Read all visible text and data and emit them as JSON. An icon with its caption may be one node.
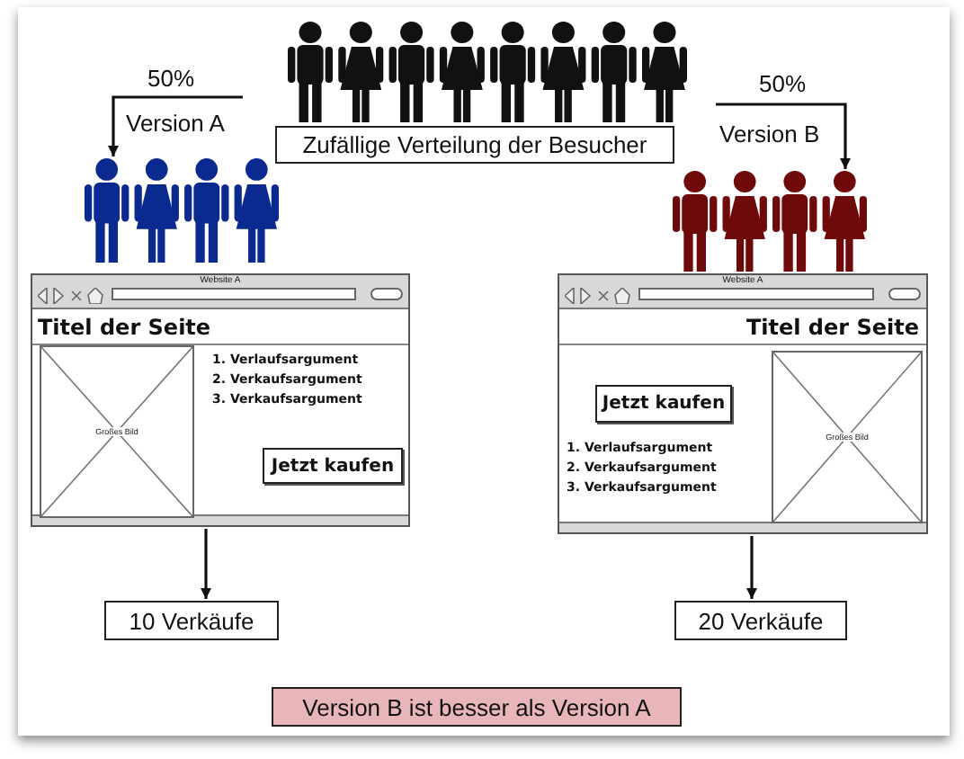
{
  "diagram": {
    "nodes": [
      {
        "text": [
          "Zufällige Verteilung der Besucher"
        ]
      },
      {
        "text": [],
        "shape": "person"
      },
      {
        "text": [],
        "shape": "person"
      },
      {
        "text": [
          "Website A",
          "Titel der Seite",
          "1. Verlaufsargument",
          "2. Verkaufsargument",
          "3. Verkaufsargument"
        ]
      },
      {
        "text": [
          "Großes Bild"
        ],
        "in": 3
      },
      {
        "text": [
          "Jetzt kaufen"
        ],
        "in": 3
      },
      {
        "text": [
          "Website A",
          "Titel der Seite",
          "1. Verlaufsargument",
          "2. Verkaufsargument",
          "3. Verkaufsargument"
        ]
      },
      {
        "text": [
          "Großes Bild"
        ],
        "in": 6
      },
      {
        "text": [
          "Jetzt kaufen"
        ],
        "in": 6
      },
      {
        "text": [
          "10 Verkäufe"
        ]
      },
      {
        "text": [
          "20 Verkäufe"
        ]
      },
      {
        "text": [
          "Version B ist besser als Version A"
        ]
      }
    ],
    "edges": [
      {
        "from": null,
        "to": 1,
        "arrow": "to",
        "label": "50%"
      },
      {
        "from": null,
        "to": 2,
        "arrow": "to",
        "label": "50%"
      },
      {
        "from": 3,
        "to": 9,
        "arrow": "to"
      },
      {
        "from": 6,
        "to": 10,
        "arrow": "to"
      }
    ],
    "labels": [
      "Version A",
      "Version B"
    ]
  }
}
